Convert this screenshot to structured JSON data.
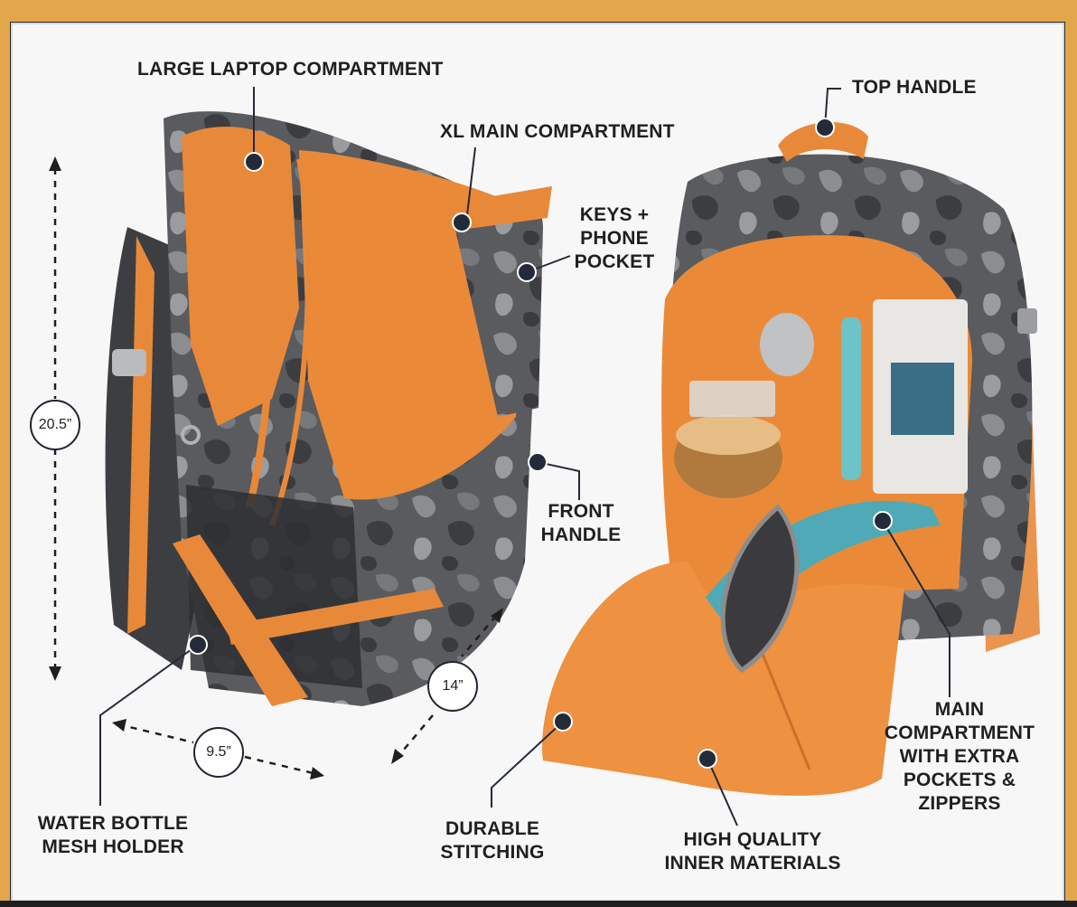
{
  "labels": {
    "large_laptop": "LARGE LAPTOP COMPARTMENT",
    "xl_main": "XL MAIN COMPARTMENT",
    "keys_phone": [
      "KEYS +",
      "PHONE",
      "POCKET"
    ],
    "front_handle": [
      "FRONT",
      "HANDLE"
    ],
    "top_handle": "TOP HANDLE",
    "main_compartment": [
      "MAIN",
      "COMPARTMENT",
      "WITH EXTRA",
      "POCKETS &",
      "ZIPPERS"
    ],
    "water_bottle": [
      "WATER BOTTLE",
      "MESH HOLDER"
    ],
    "durable": [
      "DURABLE",
      "STITCHING"
    ],
    "high_quality": [
      "HIGH QUALITY",
      "INNER MATERIALS"
    ]
  },
  "dimensions": {
    "height": "20.5”",
    "width": "9.5”",
    "depth": "14”"
  },
  "colors": {
    "frame": "#e3a64a",
    "accent_orange": "#e8893a",
    "camo_dark": "#4a4a4c",
    "camo_light": "#8a8c90",
    "callout_dot": "#232b38"
  }
}
